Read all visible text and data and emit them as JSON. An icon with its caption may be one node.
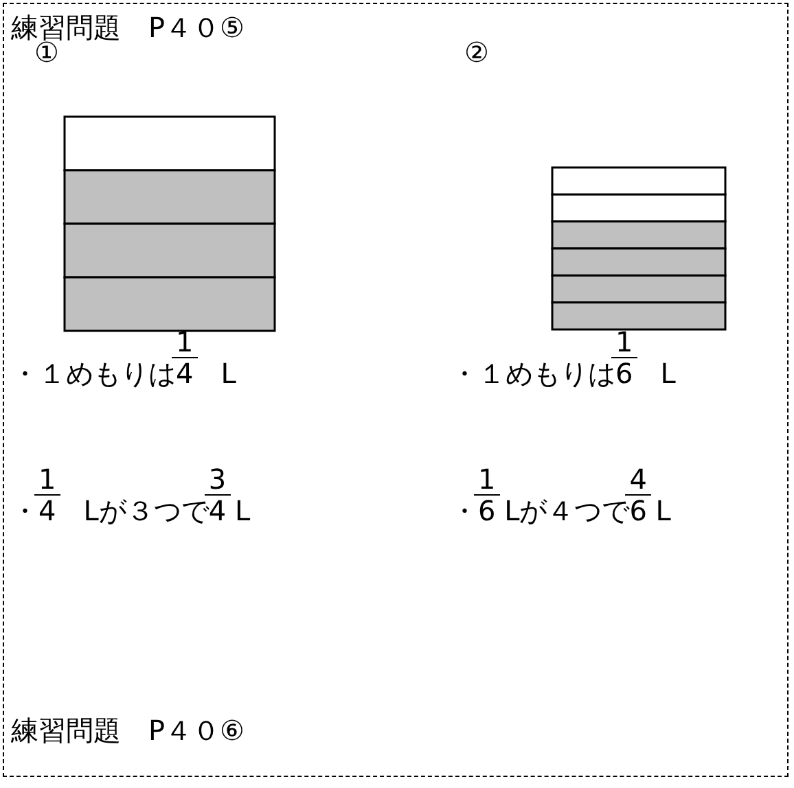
{
  "diagram": {
    "title": "練習問題　P４０⑤",
    "labels": [
      "①",
      "②",
      "1",
      "1",
      "・１めもりは4　L",
      "・１めもりは6　L",
      "1",
      "3",
      "1",
      "4",
      "・4　Lが３つで4 L",
      "・6 Lが４つで6 L",
      "練習問題　P４０⑥"
    ]
  }
}
